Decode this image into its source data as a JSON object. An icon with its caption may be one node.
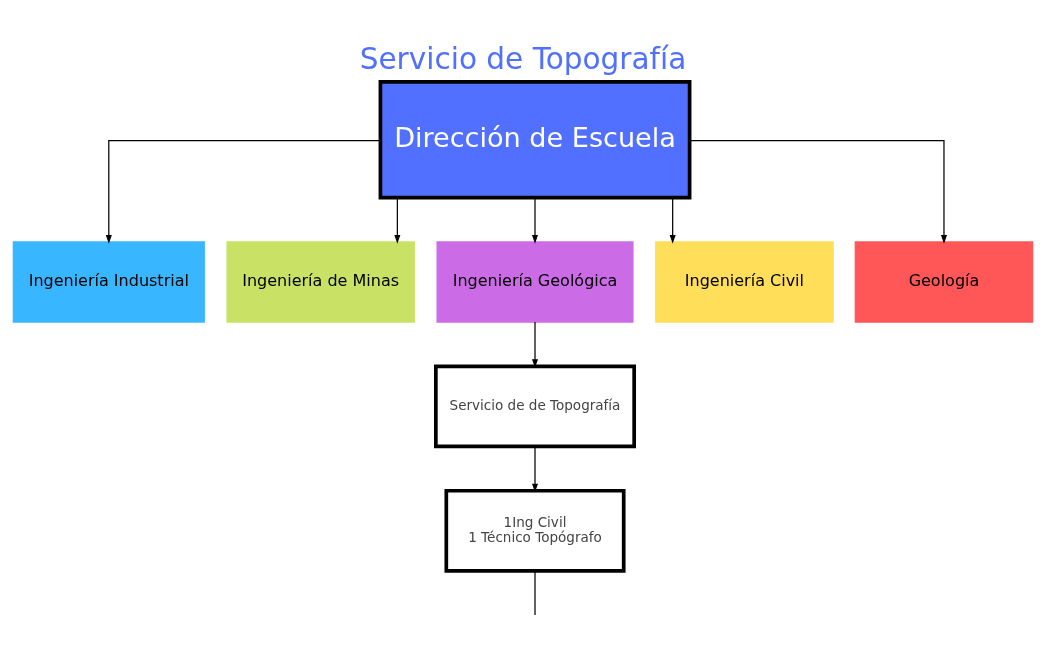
{
  "diagram": {
    "title": "Servicio de Topografía",
    "nodes": [
      {
        "text": [
          "Dirección de Escuela"
        ]
      },
      {
        "text": [
          "Ingeniería Industrial"
        ]
      },
      {
        "text": [
          "Ingeniería de Minas"
        ]
      },
      {
        "text": [
          "Ingeniería Geológica"
        ]
      },
      {
        "text": [
          "Ingeniería Civil"
        ]
      },
      {
        "text": [
          "Geología"
        ]
      },
      {
        "text": [
          "Servicio de de Topografía"
        ]
      },
      {
        "text": [
          "1Ing Civil",
          "1 Técnico Topógrafo"
        ]
      }
    ],
    "edges": [
      {
        "from": 0,
        "to": 1,
        "arrow": "to"
      },
      {
        "from": 0,
        "to": 2,
        "arrow": "to"
      },
      {
        "from": 0,
        "to": 3,
        "arrow": "to"
      },
      {
        "from": 0,
        "to": 4,
        "arrow": "to"
      },
      {
        "from": 0,
        "to": 5,
        "arrow": "to"
      },
      {
        "from": 3,
        "to": 6,
        "arrow": "to"
      },
      {
        "from": 6,
        "to": 7,
        "arrow": "to"
      },
      {
        "from": 7,
        "to": null,
        "arrow": "none"
      }
    ]
  }
}
